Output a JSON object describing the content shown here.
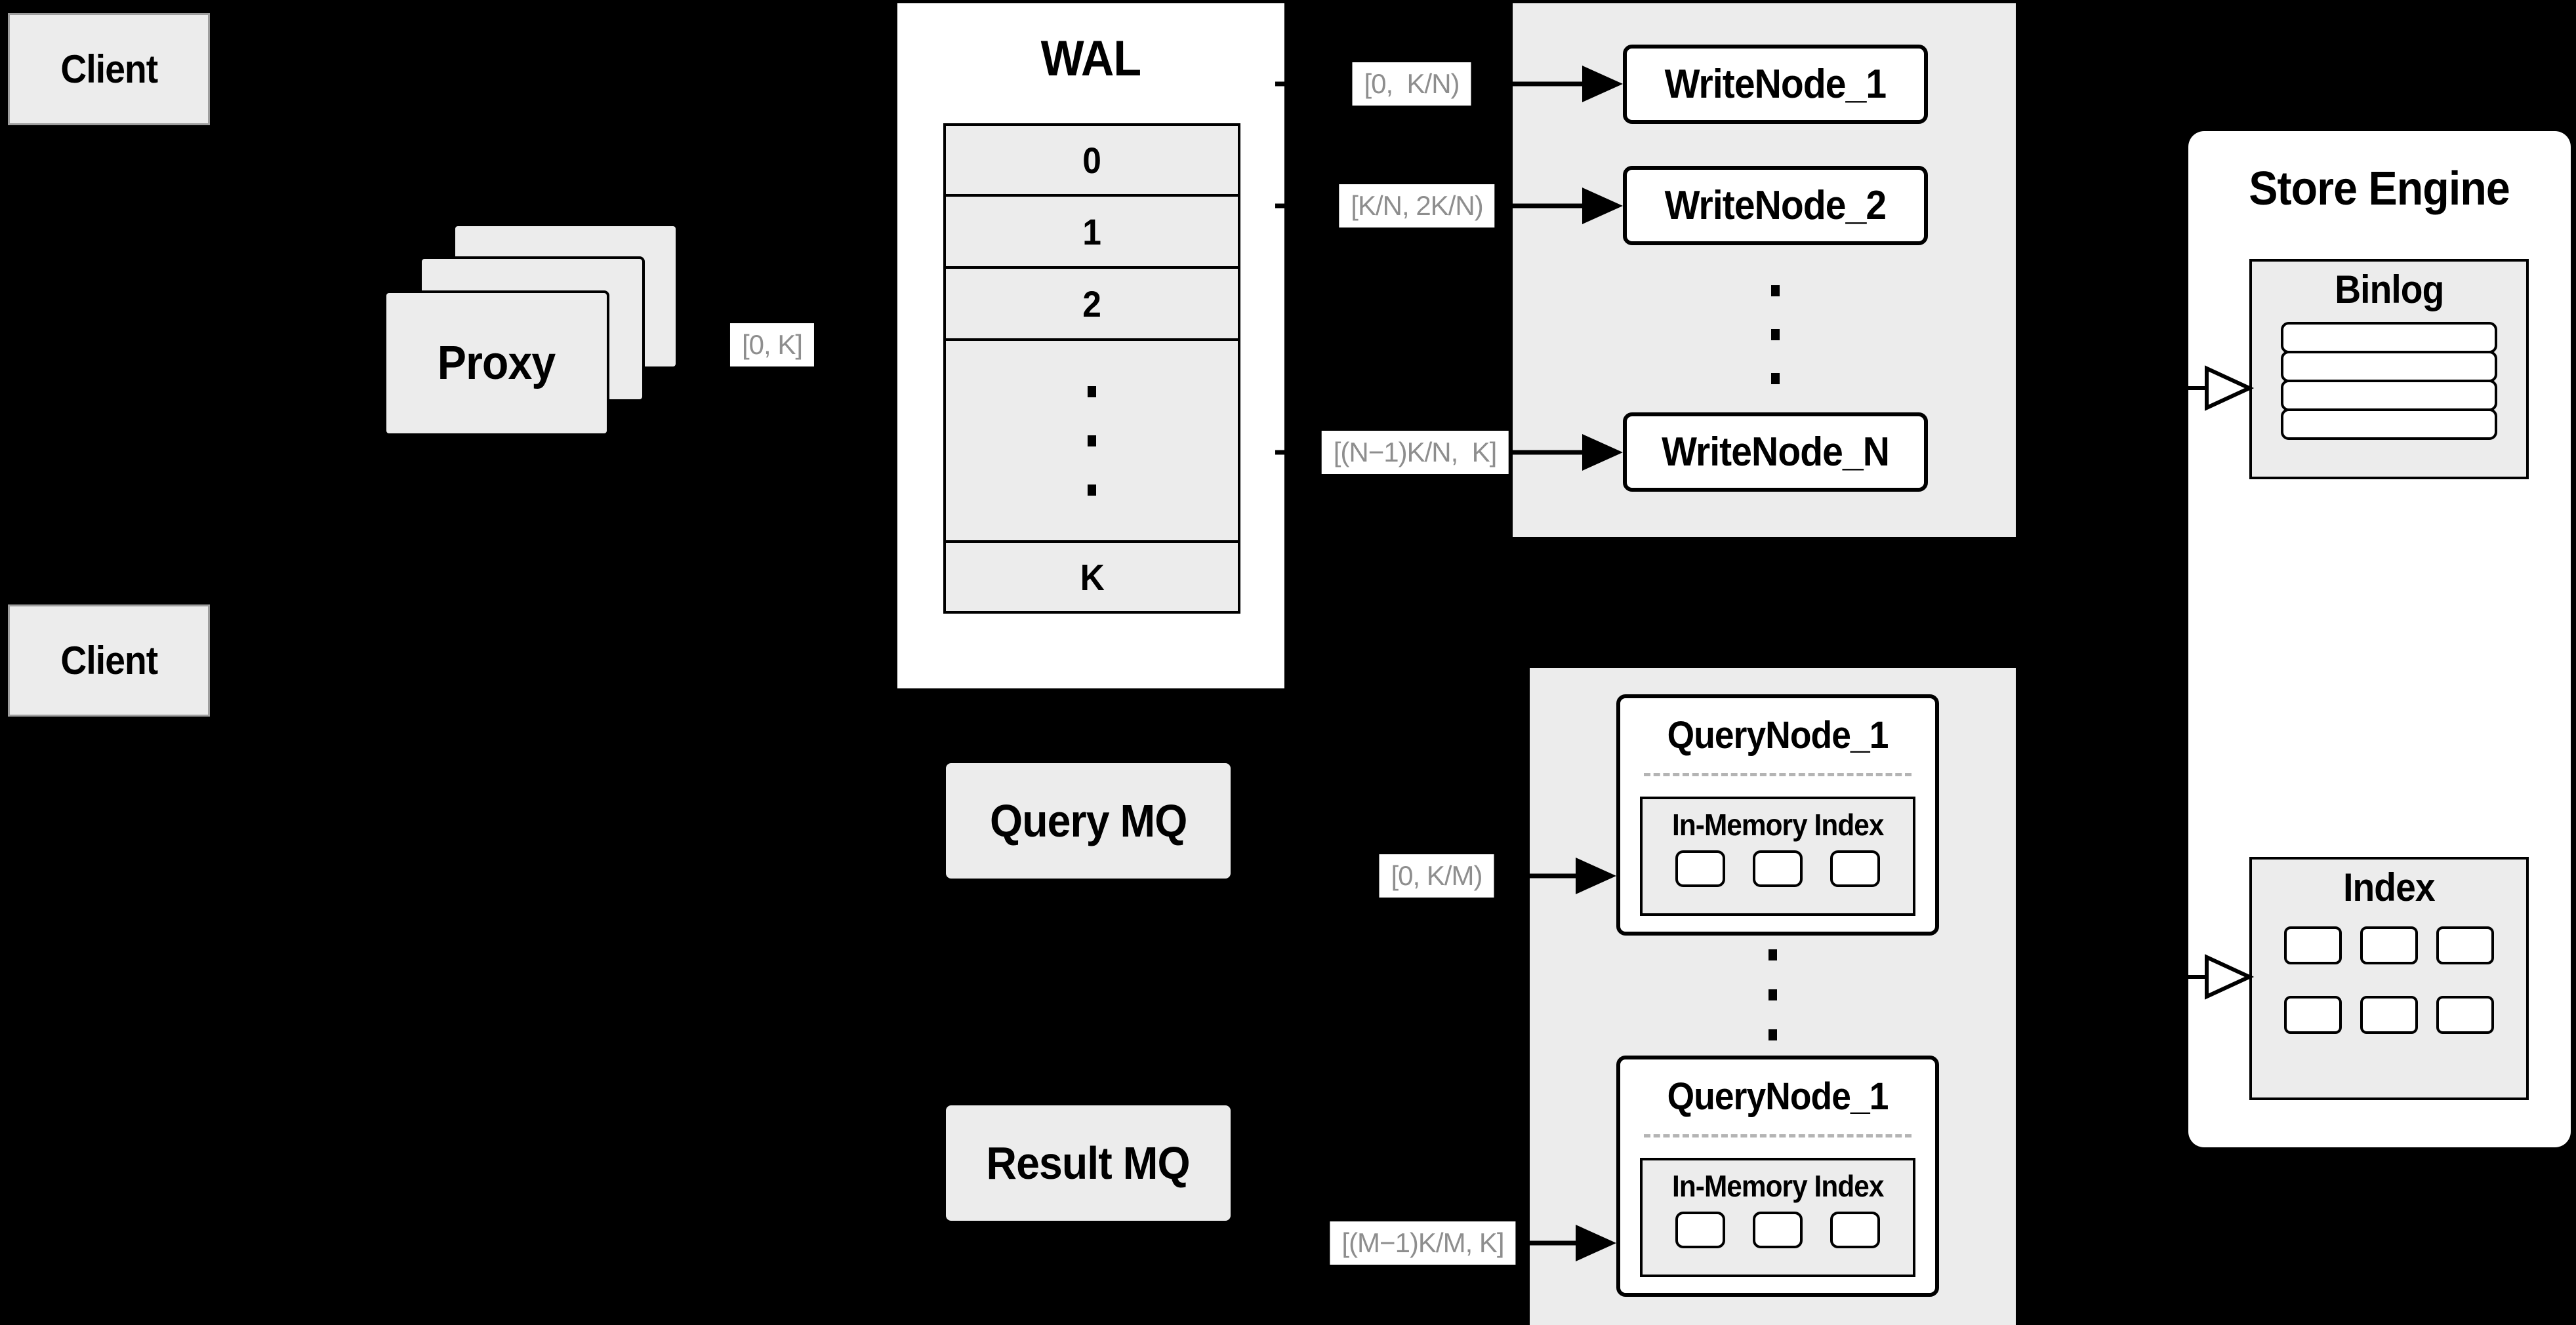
{
  "colors": {
    "background": "#000000",
    "surface_gray": "#ececec",
    "node_fill": "#ffffff",
    "line_black": "#000000",
    "muted_label_text": "#8e8e8e",
    "dashed_divider": "#b4b4b4"
  },
  "clients": {
    "top": "Client",
    "bottom": "Client"
  },
  "proxy": {
    "label": "Proxy",
    "range_label": "[0, K]"
  },
  "wal": {
    "title": "WAL",
    "rows": [
      "0",
      "1",
      "2",
      "K"
    ]
  },
  "write_cluster": {
    "nodes": [
      "WriteNode_1",
      "WriteNode_2",
      "WriteNode_N"
    ],
    "range_labels": [
      "[0,  K/N)",
      "[K/N, 2K/N)",
      "[(N−1)K/N,  K]"
    ]
  },
  "mq": {
    "query": "Query MQ",
    "result": "Result MQ"
  },
  "query_cluster": {
    "nodes": [
      {
        "title": "QueryNode_1",
        "inner_title": "In-Memory Index"
      },
      {
        "title": "QueryNode_1",
        "inner_title": "In-Memory Index"
      }
    ],
    "range_labels": [
      "[0, K/M)",
      "[(M−1)K/M, K]"
    ]
  },
  "store_engine": {
    "title": "Store Engine",
    "binlog_title": "Binlog",
    "index_title": "Index"
  }
}
